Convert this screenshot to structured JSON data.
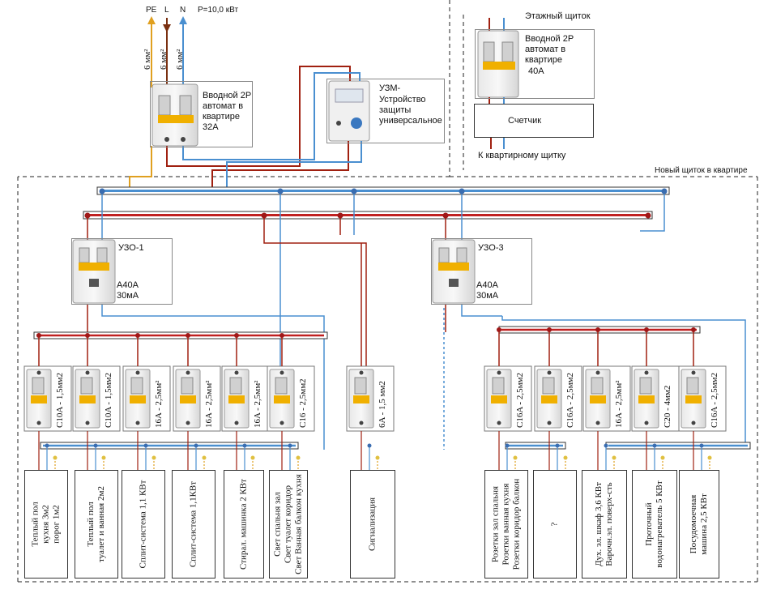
{
  "supply": {
    "conductors": [
      "PE",
      "L",
      "N"
    ],
    "power": "P=10,0 кВт",
    "wire_section": "6 мм²",
    "colors": {
      "pe": "#e0a020",
      "l": "#7a3010",
      "n": "#4a8fd0"
    }
  },
  "floor_panel": {
    "title": "Этажный щиток",
    "breaker": "Вводной 2P автомат в квартире",
    "breaker_rating": "40А",
    "meter": "Счетчик",
    "to_panel": "К квартирному щитку"
  },
  "apartment_panel": {
    "title": "Новый щиток в квартире",
    "main_breaker": "Вводной 2P автомат в квартире",
    "main_breaker_rating": "32А",
    "uzm_title": "УЗМ-",
    "uzm_desc": "Устройство защиты универсальное"
  },
  "rcds": [
    {
      "name": "УЗО-1",
      "rating": "А40А",
      "leak": "30мА"
    },
    {
      "name": "УЗО-3",
      "rating": "А40А",
      "leak": "30мА"
    }
  ],
  "breakers": [
    {
      "label": "C10A - 1,5мм2"
    },
    {
      "label": "C10A - 1,5мм2"
    },
    {
      "label": "16A - 2,5мм²"
    },
    {
      "label": "16A - 2,5мм²"
    },
    {
      "label": "16A - 2,5мм²"
    },
    {
      "label": "C16 - 2,5мм2"
    },
    {
      "label": "6A - 1,5 мм2"
    },
    {
      "label": "C16A - 2,5мм2"
    },
    {
      "label": "C16A - 2,5мм2"
    },
    {
      "label": "16A - 2,5мм²"
    },
    {
      "label": "C20 - 4мм2"
    },
    {
      "label": "C16A - 2,5мм2"
    }
  ],
  "loads": [
    {
      "lines": [
        "Теплый пол",
        "кухня 3м2",
        "порог 1м2"
      ]
    },
    {
      "lines": [
        "Теплый пол",
        "туалет и ванная 2м2"
      ]
    },
    {
      "lines": [
        "Сплит-система 1,1 КВт"
      ]
    },
    {
      "lines": [
        "Сплит-система 1,1КВт"
      ]
    },
    {
      "lines": [
        "Стирал. машинка 2 КВт"
      ]
    },
    {
      "lines": [
        "Свет спальня зал",
        "Свет туалет коридор",
        "Свет Ванная балкон кухня"
      ]
    },
    {
      "lines": [
        "Сигнализация"
      ]
    },
    {
      "lines": [
        "Розетки зал спальня",
        "Розетки ванная кухня",
        "Розетки коридор балкон"
      ]
    },
    {
      "lines": [
        "?"
      ]
    },
    {
      "lines": [
        "Дух. эл. шкаф 3,6 КВт",
        "Варочн.эл. поверх-сть"
      ]
    },
    {
      "lines": [
        "Проточный",
        "водонагреватель 5 КВт"
      ]
    },
    {
      "lines": [
        "Посудомоечная",
        "машина 2,5 КВт"
      ]
    }
  ]
}
